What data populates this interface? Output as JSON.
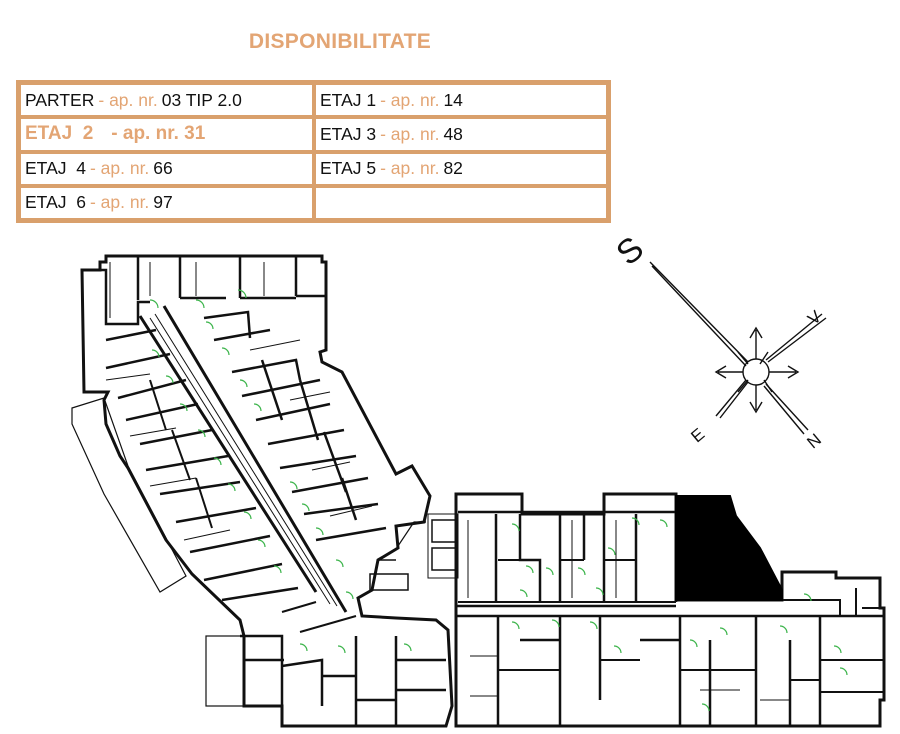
{
  "title": "DISPONIBILITATE",
  "rows": [
    [
      {
        "floor": "PARTER",
        "mid": "- ap. nr.",
        "num": "03 TIP 2.0",
        "highlight": false
      },
      {
        "floor": "ETAJ 1",
        "mid": "- ap. nr.",
        "num": "14",
        "highlight": false
      }
    ],
    [
      {
        "floor": "ETAJ  2",
        "mid": "- ap. nr. 31",
        "num": "",
        "highlight": true
      },
      {
        "floor": "ETAJ 3",
        "mid": "- ap. nr.",
        "num": "48",
        "highlight": false
      }
    ],
    [
      {
        "floor": "ETAJ  4",
        "mid": "- ap. nr.",
        "num": "66",
        "highlight": false
      },
      {
        "floor": "ETAJ 5",
        "mid": "- ap. nr.",
        "num": "82",
        "highlight": false
      }
    ],
    [
      {
        "floor": "ETAJ  6",
        "mid": "- ap. nr.",
        "num": "97",
        "highlight": false
      },
      {
        "floor": "",
        "mid": "",
        "num": "",
        "highlight": false
      }
    ]
  ],
  "compass": {
    "s": "S",
    "v": "V",
    "e": "E",
    "n": "N"
  },
  "colors": {
    "accent": "#e3a574",
    "border": "#d9a06c",
    "walls": "#111111",
    "doors": "#3cb44b"
  }
}
